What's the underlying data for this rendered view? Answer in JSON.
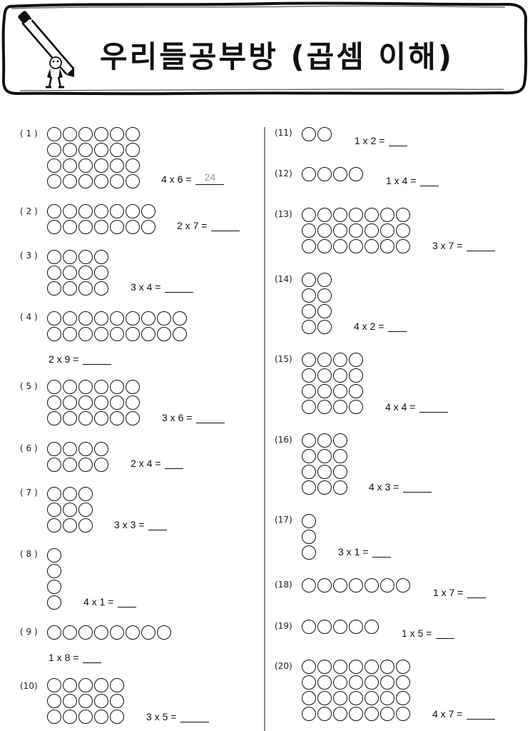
{
  "title": "우리들공부방 (곱셈 이해)",
  "problems": [
    {
      "num": "( 1 )",
      "rows": 4,
      "cols": 6,
      "expr": "4 x 6 =",
      "answer": "24"
    },
    {
      "num": "( 2 )",
      "rows": 2,
      "cols": 7,
      "expr": "2 x 7 =",
      "answer": ""
    },
    {
      "num": "( 3 )",
      "rows": 3,
      "cols": 4,
      "expr": "3 x 4 =",
      "answer": ""
    },
    {
      "num": "( 4 )",
      "rows": 2,
      "cols": 9,
      "expr": "2 x 9 =",
      "answer": ""
    },
    {
      "num": "( 5 )",
      "rows": 3,
      "cols": 6,
      "expr": "3 x 6 =",
      "answer": ""
    },
    {
      "num": "( 6 )",
      "rows": 2,
      "cols": 4,
      "expr": "2 x 4 =",
      "answer": ""
    },
    {
      "num": "( 7 )",
      "rows": 3,
      "cols": 3,
      "expr": "3 x 3 =",
      "answer": ""
    },
    {
      "num": "( 8 )",
      "rows": 4,
      "cols": 1,
      "expr": "4 x 1 =",
      "answer": ""
    },
    {
      "num": "( 9 )",
      "rows": 1,
      "cols": 8,
      "expr": "1 x 8 =",
      "answer": ""
    },
    {
      "num": "(10)",
      "rows": 3,
      "cols": 5,
      "expr": "3 x 5 =",
      "answer": ""
    },
    {
      "num": "(11)",
      "rows": 1,
      "cols": 2,
      "expr": "1 x 2 =",
      "answer": ""
    },
    {
      "num": "(12)",
      "rows": 1,
      "cols": 4,
      "expr": "1 x 4 =",
      "answer": ""
    },
    {
      "num": "(13)",
      "rows": 3,
      "cols": 7,
      "expr": "3 x 7 =",
      "answer": ""
    },
    {
      "num": "(14)",
      "rows": 4,
      "cols": 2,
      "expr": "4 x 2 =",
      "answer": ""
    },
    {
      "num": "(15)",
      "rows": 4,
      "cols": 4,
      "expr": "4 x 4 =",
      "answer": ""
    },
    {
      "num": "(16)",
      "rows": 4,
      "cols": 3,
      "expr": "4 x 3 =",
      "answer": ""
    },
    {
      "num": "(17)",
      "rows": 3,
      "cols": 1,
      "expr": "3 x 1 =",
      "answer": ""
    },
    {
      "num": "(18)",
      "rows": 1,
      "cols": 7,
      "expr": "1 x 7 =",
      "answer": ""
    },
    {
      "num": "(19)",
      "rows": 1,
      "cols": 5,
      "expr": "1 x 5 =",
      "answer": ""
    },
    {
      "num": "(20)",
      "rows": 4,
      "cols": 7,
      "expr": "4 x 7 =",
      "answer": ""
    }
  ]
}
